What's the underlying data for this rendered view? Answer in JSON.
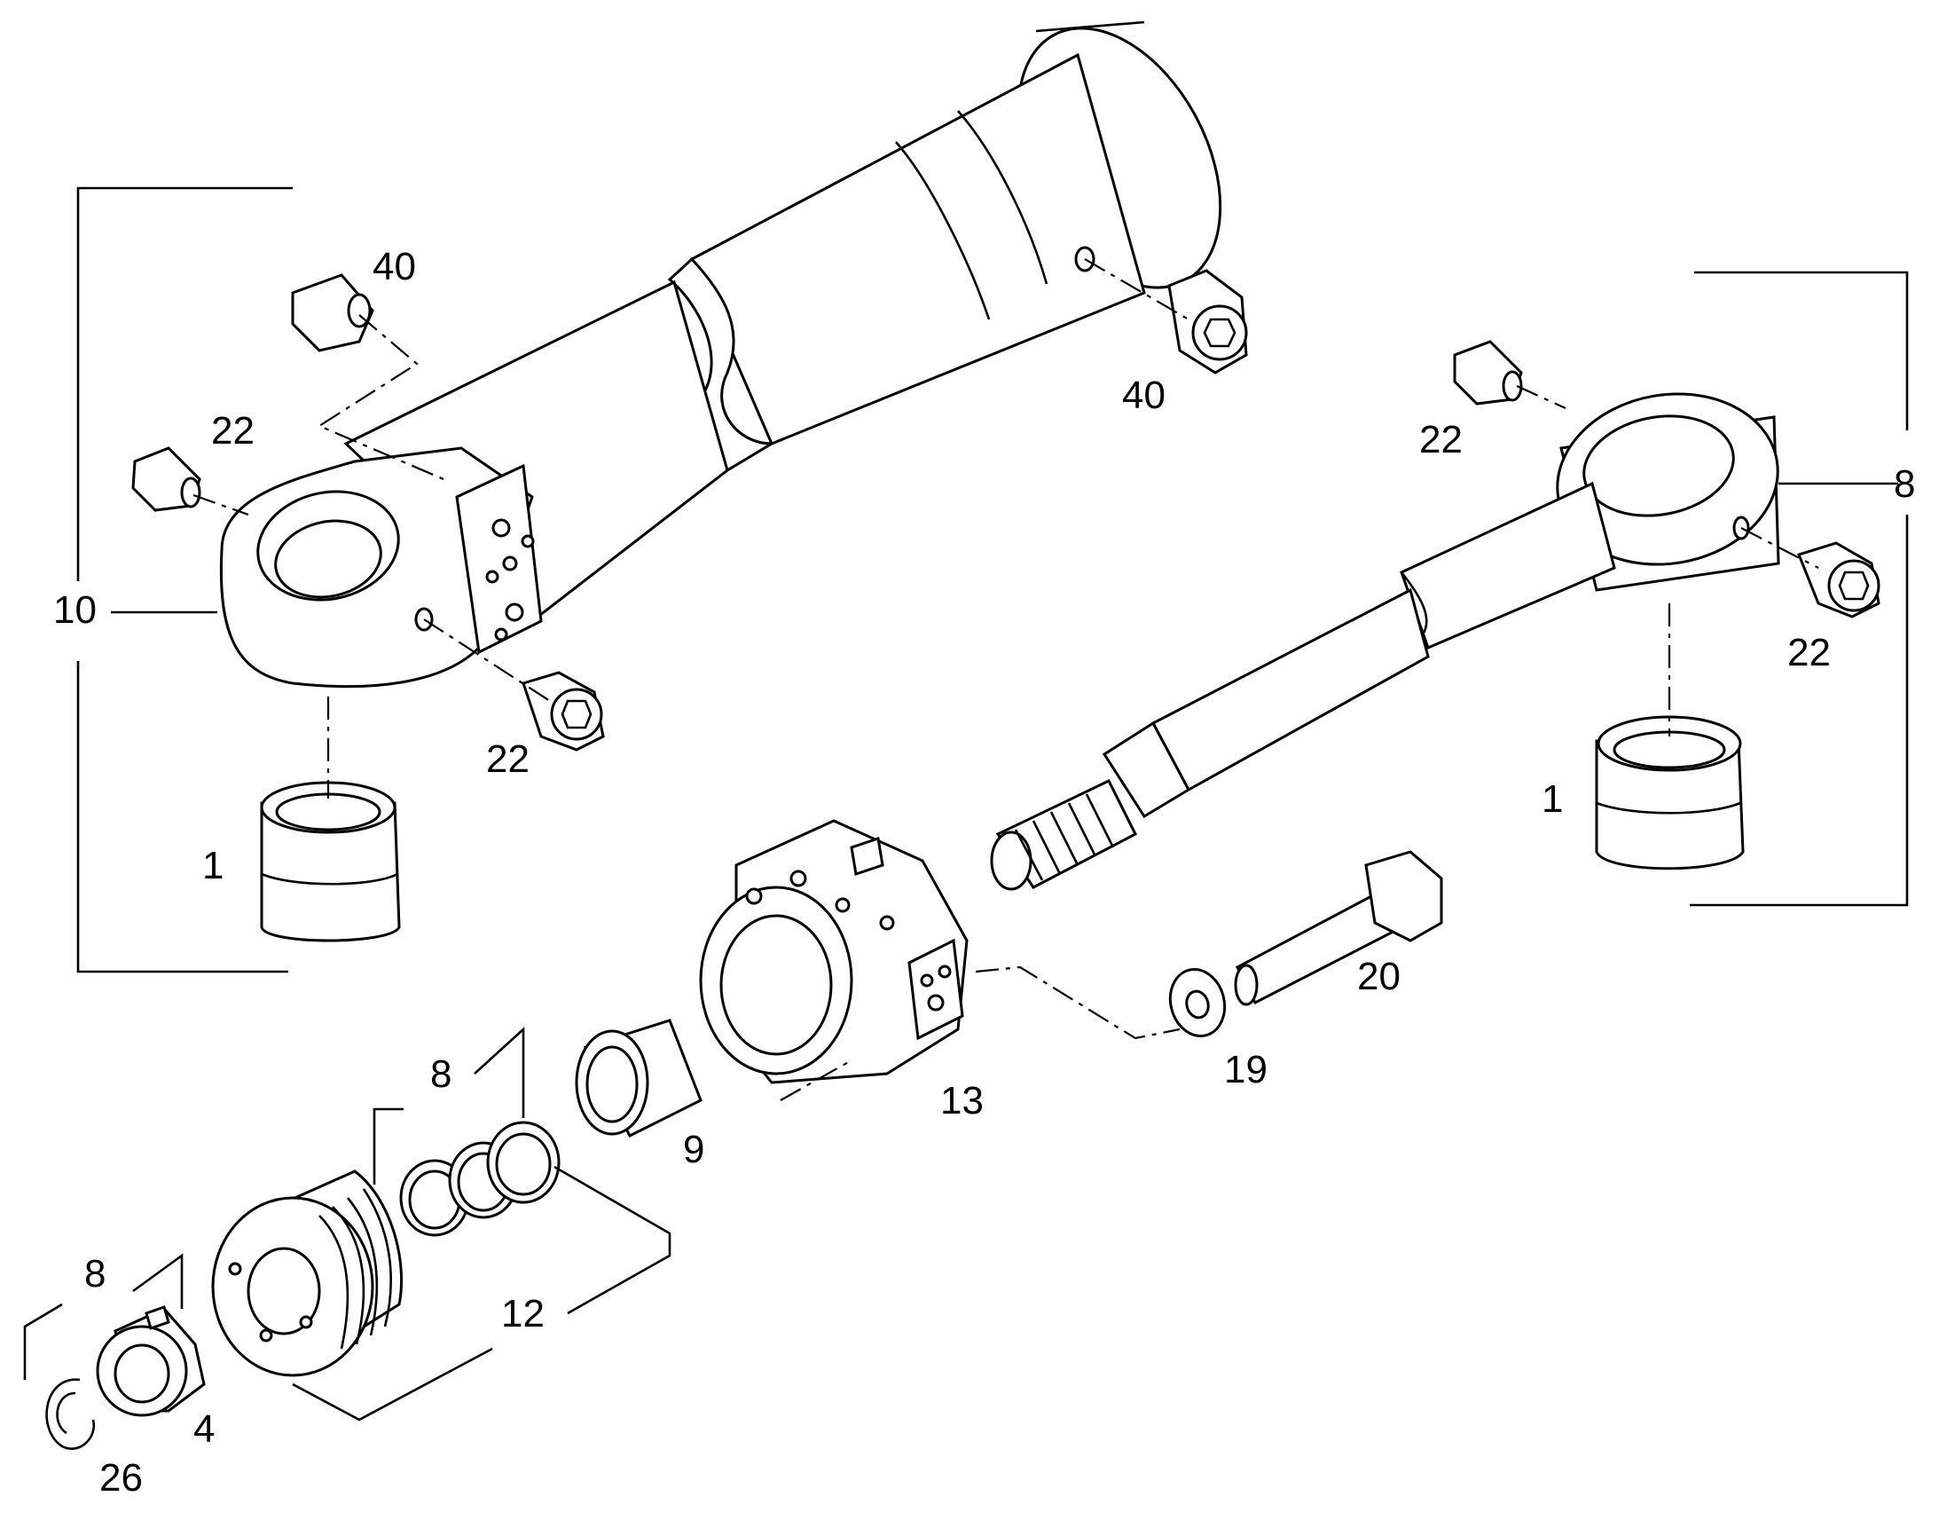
{
  "colors": {
    "line": "#000000",
    "background": "#ffffff"
  },
  "callouts": {
    "c40_top": "40",
    "c40_right": "40",
    "c22_left_top": "22",
    "c22_left_bottom": "22",
    "c10": "10",
    "c1_left": "1",
    "c22_right_top": "22",
    "c22_right_bottom": "22",
    "c8_right": "8",
    "c1_right": "1",
    "c20": "20",
    "c19": "19",
    "c13": "13",
    "c9": "9",
    "c8_mid": "8",
    "c12": "12",
    "c8_left": "8",
    "c4": "4",
    "c26": "26"
  }
}
